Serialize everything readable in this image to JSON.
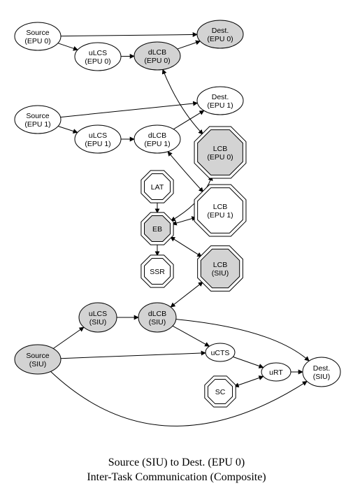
{
  "fills": {
    "gray": "#d3d3d3",
    "white": "#ffffff"
  },
  "nodes": [
    {
      "id": "src_epu0",
      "shape": "ellipse",
      "fill": "white",
      "lines": [
        "Source",
        "(EPU 0)"
      ]
    },
    {
      "id": "dest_epu0",
      "shape": "ellipse",
      "fill": "gray",
      "lines": [
        "Dest.",
        "(EPU 0)"
      ]
    },
    {
      "id": "ulcs_epu0",
      "shape": "ellipse",
      "fill": "white",
      "lines": [
        "uLCS",
        "(EPU 0)"
      ]
    },
    {
      "id": "dlcb_epu0",
      "shape": "ellipse",
      "fill": "gray",
      "lines": [
        "dLCB",
        "(EPU 0)"
      ]
    },
    {
      "id": "src_epu1",
      "shape": "ellipse",
      "fill": "white",
      "lines": [
        "Source",
        "(EPU 1)"
      ]
    },
    {
      "id": "dest_epu1",
      "shape": "ellipse",
      "fill": "white",
      "lines": [
        "Dest.",
        "(EPU 1)"
      ]
    },
    {
      "id": "ulcs_epu1",
      "shape": "ellipse",
      "fill": "white",
      "lines": [
        "uLCS",
        "(EPU 1)"
      ]
    },
    {
      "id": "dlcb_epu1",
      "shape": "ellipse",
      "fill": "white",
      "lines": [
        "dLCB",
        "(EPU 1)"
      ]
    },
    {
      "id": "lcb_epu0",
      "shape": "octagon",
      "fill": "gray",
      "lines": [
        "LCB",
        "(EPU 0)"
      ]
    },
    {
      "id": "lat",
      "shape": "octagon",
      "fill": "white",
      "lines": [
        "LAT"
      ]
    },
    {
      "id": "lcb_epu1",
      "shape": "octagon",
      "fill": "white",
      "lines": [
        "LCB",
        "(EPU 1)"
      ]
    },
    {
      "id": "eb",
      "shape": "octagon",
      "fill": "gray",
      "lines": [
        "EB"
      ]
    },
    {
      "id": "ssr",
      "shape": "octagon",
      "fill": "white",
      "lines": [
        "SSR"
      ]
    },
    {
      "id": "lcb_siu",
      "shape": "octagon",
      "fill": "gray",
      "lines": [
        "LCB",
        "(SIU)"
      ]
    },
    {
      "id": "ulcs_siu",
      "shape": "ellipse",
      "fill": "gray",
      "lines": [
        "uLCS",
        "(SIU)"
      ]
    },
    {
      "id": "dlcb_siu",
      "shape": "ellipse",
      "fill": "gray",
      "lines": [
        "dLCB",
        "(SIU)"
      ]
    },
    {
      "id": "src_siu",
      "shape": "ellipse",
      "fill": "gray",
      "lines": [
        "Source",
        "(SIU)"
      ]
    },
    {
      "id": "ucts",
      "shape": "ellipse",
      "fill": "white",
      "lines": [
        "uCTS"
      ]
    },
    {
      "id": "urt",
      "shape": "ellipse",
      "fill": "white",
      "lines": [
        "uRT"
      ]
    },
    {
      "id": "dest_siu",
      "shape": "ellipse",
      "fill": "white",
      "lines": [
        "Dest.",
        "(SIU)"
      ]
    },
    {
      "id": "sc",
      "shape": "octagon",
      "fill": "white",
      "lines": [
        "SC"
      ]
    }
  ],
  "edges": [
    {
      "from": "src_epu0",
      "to": "dest_epu0",
      "dir": "forward"
    },
    {
      "from": "src_epu0",
      "to": "ulcs_epu0",
      "dir": "forward"
    },
    {
      "from": "ulcs_epu0",
      "to": "dlcb_epu0",
      "dir": "forward"
    },
    {
      "from": "dlcb_epu0",
      "to": "dest_epu0",
      "dir": "forward"
    },
    {
      "from": "dlcb_epu0",
      "to": "lcb_epu0",
      "dir": "both"
    },
    {
      "from": "src_epu1",
      "to": "dest_epu1",
      "dir": "forward"
    },
    {
      "from": "src_epu1",
      "to": "ulcs_epu1",
      "dir": "forward"
    },
    {
      "from": "ulcs_epu1",
      "to": "dlcb_epu1",
      "dir": "forward"
    },
    {
      "from": "dlcb_epu1",
      "to": "dest_epu1",
      "dir": "forward"
    },
    {
      "from": "dlcb_epu1",
      "to": "lcb_epu1",
      "dir": "both"
    },
    {
      "from": "lcb_epu0",
      "to": "eb",
      "dir": "both"
    },
    {
      "from": "lat",
      "to": "eb",
      "dir": "forward"
    },
    {
      "from": "lcb_epu1",
      "to": "eb",
      "dir": "both"
    },
    {
      "from": "eb",
      "to": "ssr",
      "dir": "forward"
    },
    {
      "from": "eb",
      "to": "lcb_siu",
      "dir": "both"
    },
    {
      "from": "lcb_siu",
      "to": "dlcb_siu",
      "dir": "both"
    },
    {
      "from": "ulcs_siu",
      "to": "dlcb_siu",
      "dir": "forward"
    },
    {
      "from": "src_siu",
      "to": "ulcs_siu",
      "dir": "forward"
    },
    {
      "from": "dlcb_siu",
      "to": "ucts",
      "dir": "forward"
    },
    {
      "from": "dlcb_siu",
      "to": "dest_siu",
      "dir": "forward"
    },
    {
      "from": "src_siu",
      "to": "ucts",
      "dir": "forward"
    },
    {
      "from": "ucts",
      "to": "urt",
      "dir": "forward"
    },
    {
      "from": "urt",
      "to": "dest_siu",
      "dir": "forward"
    },
    {
      "from": "sc",
      "to": "urt",
      "dir": "both"
    },
    {
      "from": "src_siu",
      "to": "dest_siu",
      "dir": "forward"
    }
  ],
  "caption": {
    "line1": "Source (SIU) to Dest. (EPU 0)",
    "line2": "Inter-Task Communication (Composite)"
  }
}
